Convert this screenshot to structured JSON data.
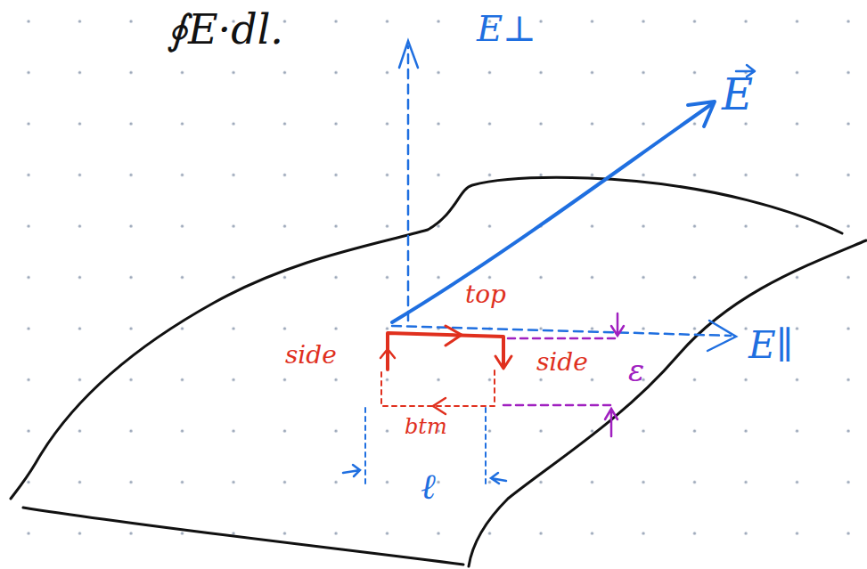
{
  "diagram": {
    "labels": [
      "∮E·dl.",
      "E⊥",
      "E",
      "E∥",
      "top",
      "side",
      "side",
      "btm",
      "ε",
      "ℓ"
    ]
  }
}
